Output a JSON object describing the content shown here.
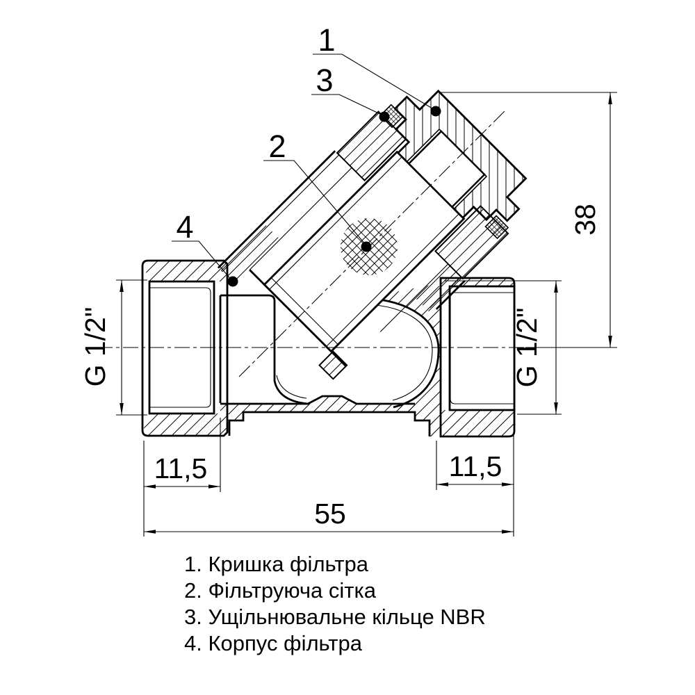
{
  "drawing_type": "technical-section-y-strainer",
  "colors": {
    "line": "#000000",
    "background": "#ffffff"
  },
  "callouts": {
    "c1": "1",
    "c2": "2",
    "c3": "3",
    "c4": "4"
  },
  "dimensions": {
    "height": "38",
    "length": "55",
    "thread_depth_left": "11,5",
    "thread_depth_right": "11,5",
    "thread_left": "G 1/2\"",
    "thread_right": "G 1/2\""
  },
  "legend": {
    "items": [
      "1. Кришка фільтра",
      "2. Фільтруюча сітка",
      "3. Ущільнювальне кільце NBR",
      "4. Корпус фільтра"
    ]
  }
}
